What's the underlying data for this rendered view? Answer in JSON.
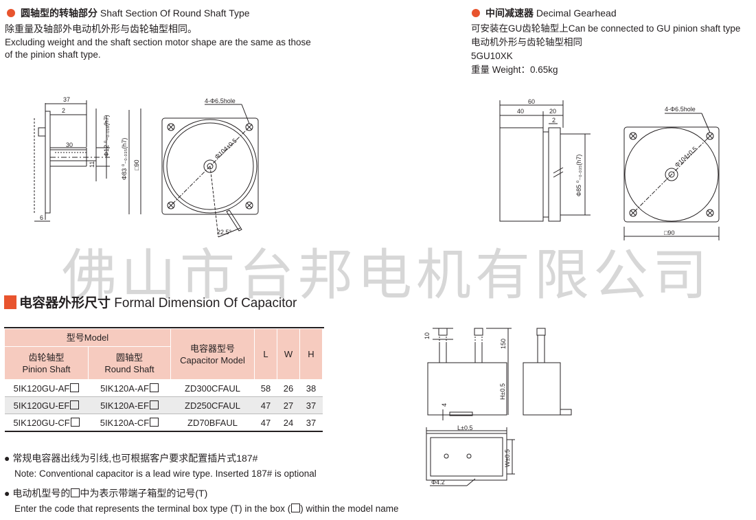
{
  "round_shaft": {
    "title_cn": "圆轴型的转轴部分",
    "title_en": "Shaft Section Of Round Shaft Type",
    "desc_cn": "除重量及轴部外电动机外形与齿轮轴型相同。",
    "desc_en_1": "Excluding weight and the shaft section motor shape are the same as those",
    "desc_en_2": "of the pinion shaft type."
  },
  "gearhead": {
    "title_cn": "中间减速器",
    "title_en": "Decimal Gearhead",
    "line1": "可安装在GU齿轮轴型上Can be connected to GU pinion shaft type",
    "line2": "电动机外形与齿轮轴型相同",
    "line3": "5GU10XK",
    "line4": "重量 Weight：0.65kg"
  },
  "watermark": "佛山市台邦电机有限公司",
  "capacitor_section": {
    "title_cn": "电容器外形尺寸",
    "title_en": "Formal Dimension Of Capacitor"
  },
  "table": {
    "h_model": "型号Model",
    "h_pinion_cn": "齿轮轴型",
    "h_pinion_en": "Pinion Shaft",
    "h_round_cn": "圆轴型",
    "h_round_en": "Round Shaft",
    "h_cap_cn": "电容器型号",
    "h_cap_en": "Capacitor Model",
    "h_l": "L",
    "h_w": "W",
    "h_h": "H",
    "rows": [
      {
        "pinion": "5IK120GU-AF",
        "round": "5IK120A-AF",
        "cap": "ZD300CFAUL",
        "l": "58",
        "w": "26",
        "h": "38"
      },
      {
        "pinion": "5IK120GU-EF",
        "round": "5IK120A-EF",
        "cap": "ZD250CFAUL",
        "l": "47",
        "w": "27",
        "h": "37"
      },
      {
        "pinion": "5IK120GU-CF",
        "round": "5IK120A-CF",
        "cap": "ZD70BFAUL",
        "l": "47",
        "w": "24",
        "h": "37"
      }
    ]
  },
  "notes": {
    "n1_cn": "常规电容器出线为引线,也可根据客户要求配置插片式187#",
    "n1_en": "Note: Conventional capacitor is a lead wire type. Inserted 187# is optional",
    "n2_cn_a": "电动机型号的",
    "n2_cn_b": "中为表示带端子箱型的记号(T)",
    "n2_en_a": "Enter the code that represents the terminal box type (T) in the box (",
    "n2_en_b": ") within the model name"
  },
  "dims": {
    "d37": "37",
    "d2": "2",
    "d30": "30",
    "d6": "6",
    "d11": "11",
    "phi12": "Φ12 ⁰₋₀.₀₁₈(h7)",
    "phi83": "Φ83 ⁰₋₀.₀₃₅(h7)",
    "sq90": "□90",
    "hole": "4-Φ6.5hole",
    "phi104": "Φ104±0.5",
    "ang": "22.5°",
    "d60": "60",
    "d40": "40",
    "d20": "20",
    "d2b": "2",
    "phi85": "Φ85 ⁰₋₀.₀₃₅(h7)",
    "hole2": "4-Φ6.5hole",
    "phi104b": "Φ104±0.5",
    "sq90b": "□90",
    "c10": "10",
    "c150": "150",
    "cH": "H±0.5",
    "c4": "4",
    "cL": "L±0.5",
    "cW": "W±0.5",
    "cphi": "Φ4.2"
  }
}
